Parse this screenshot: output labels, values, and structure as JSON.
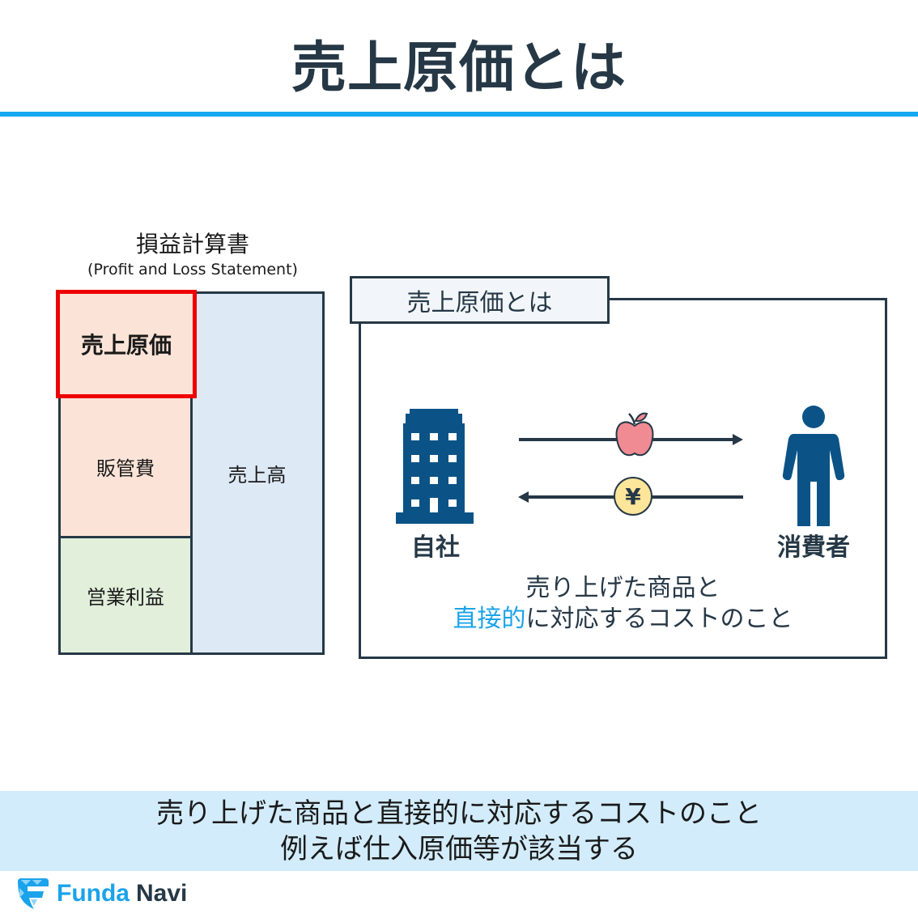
{
  "header": {
    "title": "売上原価とは",
    "rule_color": "#14a8f0"
  },
  "pl_statement": {
    "title": "損益計算書",
    "subtitle": "(Profit and Loss Statement)",
    "blocks": {
      "cogs": "売上原価",
      "sga": "販管費",
      "operating_profit": "営業利益",
      "sales": "売上高"
    },
    "highlight_color": "#ee0000"
  },
  "definition_panel": {
    "tab_label": "売上原価とは",
    "company_label": "自社",
    "consumer_label": "消費者",
    "goods_icon": "apple-icon",
    "money_icon": "yen-coin-icon",
    "money_symbol": "¥",
    "desc_line1": "売り上げた商品と",
    "desc_highlight": "直接的",
    "desc_line2_rest": "に対応するコストのこと",
    "highlight_color": "#1aa3ea"
  },
  "summary": {
    "line1": "売り上げた商品と直接的に対応するコストのこと",
    "line2": "例えば仕入原価等が該当する"
  },
  "brand": {
    "name_part1": "Funda",
    "name_part2": "Navi"
  }
}
